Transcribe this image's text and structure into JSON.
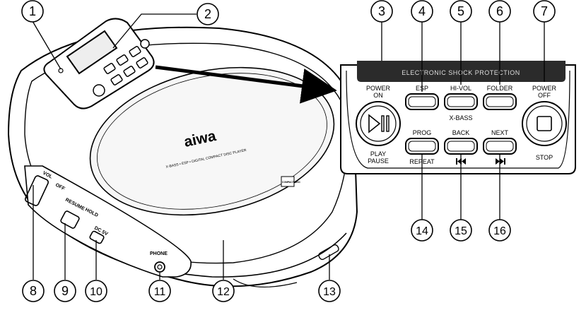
{
  "callouts": {
    "c1": "1",
    "c2": "2",
    "c3": "3",
    "c4": "4",
    "c5": "5",
    "c6": "6",
    "c7": "7",
    "c8": "8",
    "c9": "9",
    "c10": "10",
    "c11": "11",
    "c12": "12",
    "c13": "13",
    "c14": "14",
    "c15": "15",
    "c16": "16"
  },
  "player": {
    "brand": "aiwa",
    "disc_text": "X-BASS • ESP • DIGITAL COMPACT DISC PLAYER",
    "logo_text": "COMPACT DISC",
    "side_vol": "VOL",
    "side_off": "OFF",
    "side_resume": "RESUME",
    "side_hold": "HOLD",
    "side_dc": "DC 5V",
    "side_phone": "PHONE"
  },
  "panel": {
    "banner": "ELECTRONIC SHOCK PROTECTION",
    "power_on_1": "POWER",
    "power_on_2": "ON",
    "play_1": "PLAY",
    "play_2": "PAUSE",
    "esp": "ESP",
    "hivol": "HI-VOL",
    "xbass": "X-BASS",
    "folder": "FOLDER",
    "power_off_1": "POWER",
    "power_off_2": "OFF",
    "stop": "STOP",
    "prog": "PROG",
    "repeat": "REPEAT",
    "back": "BACK",
    "next": "NEXT"
  }
}
